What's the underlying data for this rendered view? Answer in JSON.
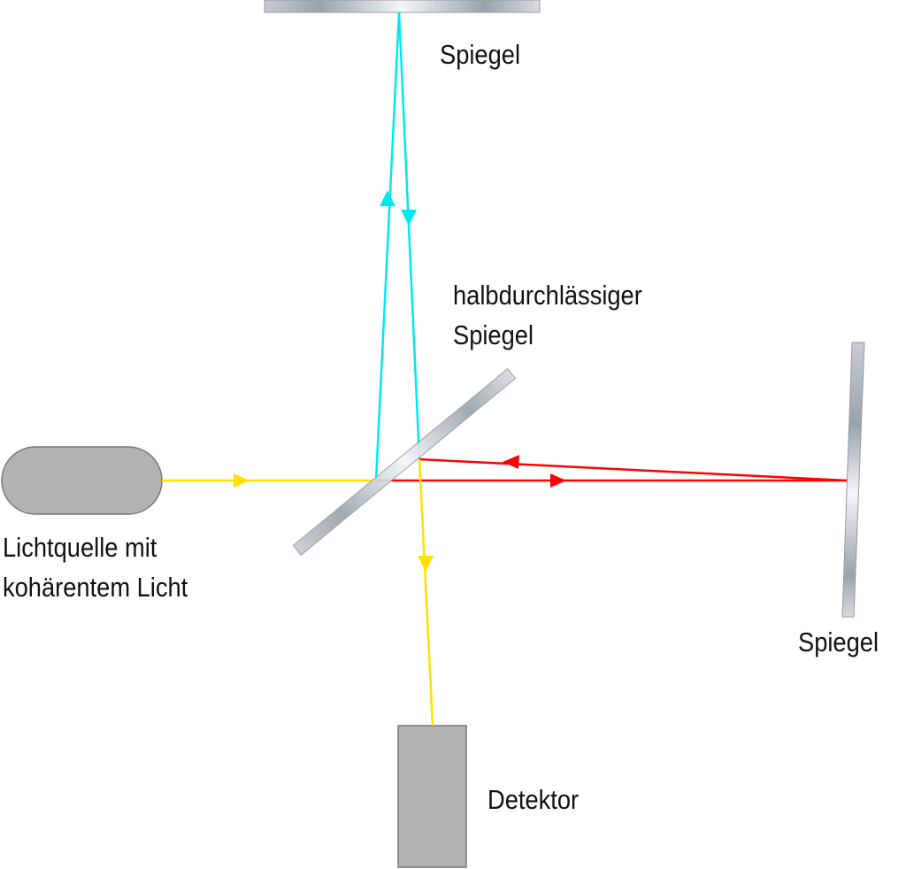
{
  "labels": {
    "top_mirror": "Spiegel",
    "beam_splitter_line1": "halbdurchlässiger",
    "beam_splitter_line2": "Spiegel",
    "source_line1": "Lichtquelle mit",
    "source_line2": "kohärentem Licht",
    "right_mirror": "Spiegel",
    "detector": "Detektor"
  },
  "colors": {
    "source_beam": "#ffe000",
    "reference_arm_beam": "#00e8f0",
    "movable_arm_beam": "#ff0000",
    "component_fill": "#b3b3b3"
  }
}
